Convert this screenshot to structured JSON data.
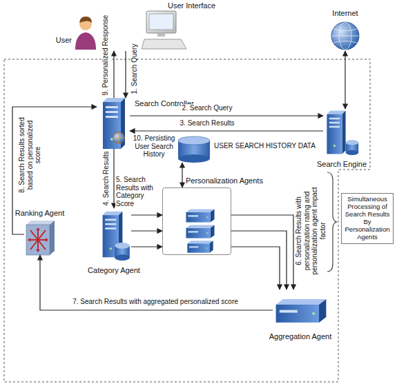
{
  "diagram": {
    "nodes": [
      {
        "text": [
          "User"
        ]
      },
      {
        "text": [
          "User Interface"
        ]
      },
      {
        "text": [
          "Internet"
        ]
      },
      {
        "text": [
          "Search Controller"
        ]
      },
      {
        "text": [
          "Search Engine"
        ]
      },
      {
        "text": [
          "USER SEARCH HISTORY DATA"
        ]
      },
      {
        "text": [
          "Personalization Agents"
        ]
      },
      {
        "text": [
          "Ranking Agent"
        ]
      },
      {
        "text": [
          "Category Agent"
        ]
      },
      {
        "text": [
          "Simultaneous Processing of Search Results By Personalization Agents"
        ]
      },
      {
        "text": [
          "Aggregation Agent"
        ]
      }
    ],
    "edges": [
      {
        "from": 1,
        "to": 3,
        "label": "1. Search Query",
        "arrow": "to"
      },
      {
        "from": 3,
        "to": 1,
        "label": "9. Personalized Response",
        "arrow": "to"
      },
      {
        "from": 3,
        "to": 4,
        "label": "2. Search Query",
        "arrow": "to"
      },
      {
        "from": 4,
        "to": 3,
        "label": "3. Search Results",
        "arrow": "to"
      },
      {
        "from": 3,
        "to": 5,
        "label": "10. Persisting User Search History",
        "arrow": "to"
      },
      {
        "from": 2,
        "to": 4,
        "arrow": "both"
      },
      {
        "from": 5,
        "to": 6,
        "arrow": "both"
      },
      {
        "from": 3,
        "to": 8,
        "label": "4. Search Results",
        "arrow": "to"
      },
      {
        "from": 8,
        "to": 6,
        "label": "5. Search Results with Category Score",
        "arrow": "to"
      },
      {
        "from": 6,
        "to": 10,
        "label": "6. Search Results with personalization rating and personalization agent impact factor",
        "arrow": "to"
      },
      {
        "from": 10,
        "to": 7,
        "label": "7. Search Results with aggregated personalized score",
        "arrow": "to"
      },
      {
        "from": 7,
        "to": 3,
        "label": "8. Search Results sorted based on personalized score",
        "arrow": "to"
      }
    ]
  }
}
